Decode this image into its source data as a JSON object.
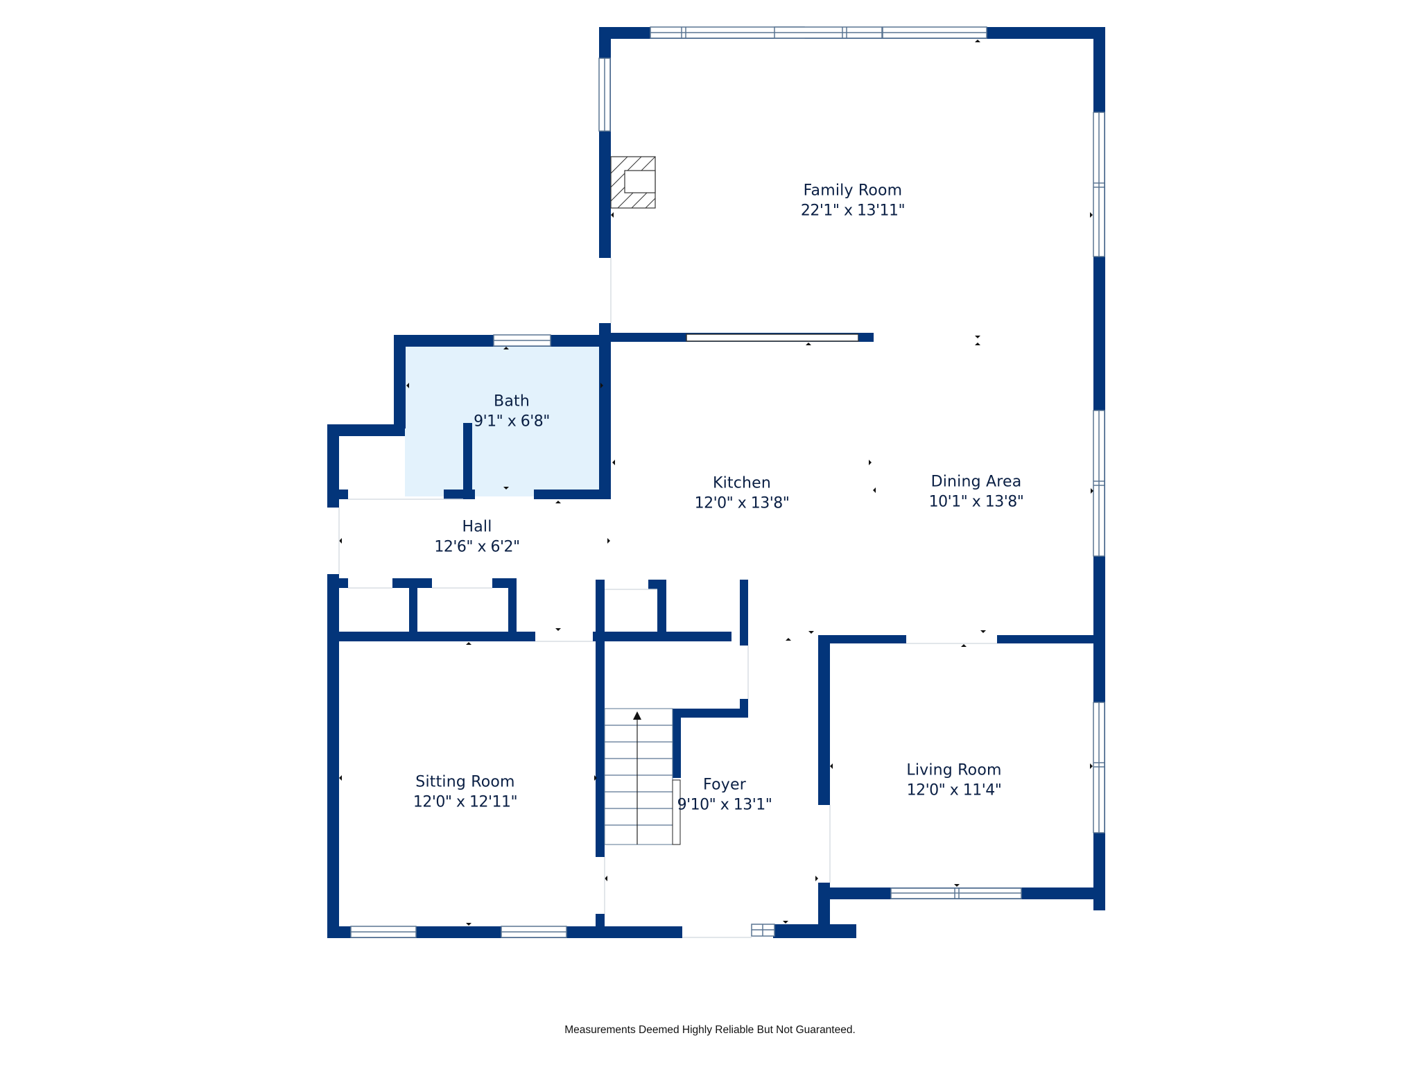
{
  "plan": {
    "wall_color": "#03357a",
    "bath_fill": "#e3f2fc",
    "rooms": {
      "family_room": {
        "name": "Family Room",
        "dims": "22'1\" x 13'11\""
      },
      "bath": {
        "name": "Bath",
        "dims": "9'1\" x 6'8\""
      },
      "kitchen": {
        "name": "Kitchen",
        "dims": "12'0\" x 13'8\""
      },
      "dining_area": {
        "name": "Dining Area",
        "dims": "10'1\" x 13'8\""
      },
      "hall": {
        "name": "Hall",
        "dims": "12'6\" x 6'2\""
      },
      "sitting_room": {
        "name": "Sitting Room",
        "dims": "12'0\" x 12'11\""
      },
      "foyer": {
        "name": "Foyer",
        "dims": "9'10\" x 13'1\""
      },
      "living_room": {
        "name": "Living Room",
        "dims": "12'0\" x 11'4\""
      }
    },
    "features": [
      "fireplace-icon",
      "staircase-icon"
    ]
  },
  "footer": {
    "disclaimer": "Measurements Deemed Highly Reliable But Not Guaranteed."
  }
}
